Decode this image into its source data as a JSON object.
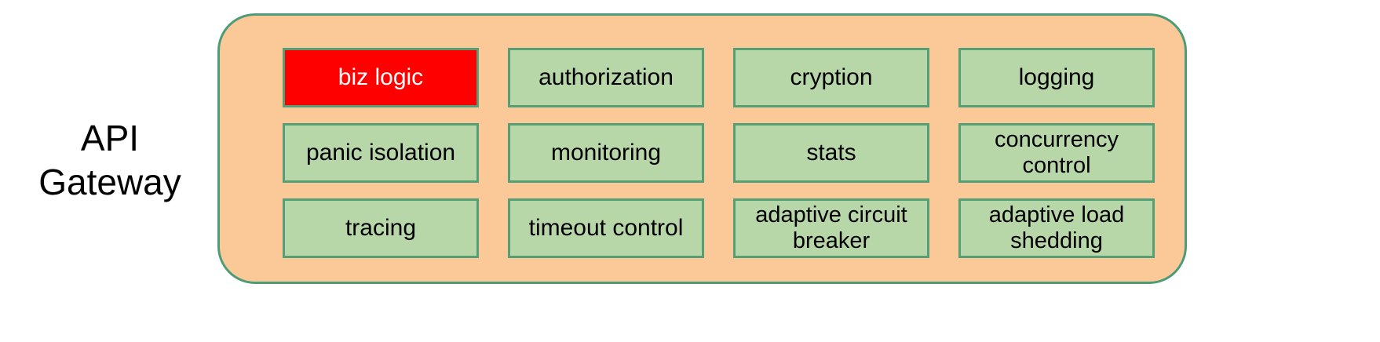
{
  "diagram": {
    "label": "API\nGateway",
    "container": {
      "fill_color": "#FBC997",
      "border_color": "#4C9C77"
    },
    "box_style": {
      "fill_color": "#B7D7A8",
      "border_color": "#539F78",
      "highlight_fill_color": "#FF0000",
      "highlight_text_color": "#FFFFFF"
    },
    "rows": [
      {
        "boxes": [
          {
            "label": "biz logic",
            "highlighted": true
          },
          {
            "label": "authorization",
            "highlighted": false
          },
          {
            "label": "cryption",
            "highlighted": false
          },
          {
            "label": "logging",
            "highlighted": false
          }
        ]
      },
      {
        "boxes": [
          {
            "label": "panic isolation",
            "highlighted": false
          },
          {
            "label": "monitoring",
            "highlighted": false
          },
          {
            "label": "stats",
            "highlighted": false
          },
          {
            "label": "concurrency\ncontrol",
            "highlighted": false
          }
        ]
      },
      {
        "boxes": [
          {
            "label": "tracing",
            "highlighted": false
          },
          {
            "label": "timeout control",
            "highlighted": false
          },
          {
            "label": "adaptive circuit\nbreaker",
            "highlighted": false
          },
          {
            "label": "adaptive load\nshedding",
            "highlighted": false
          }
        ]
      }
    ]
  }
}
